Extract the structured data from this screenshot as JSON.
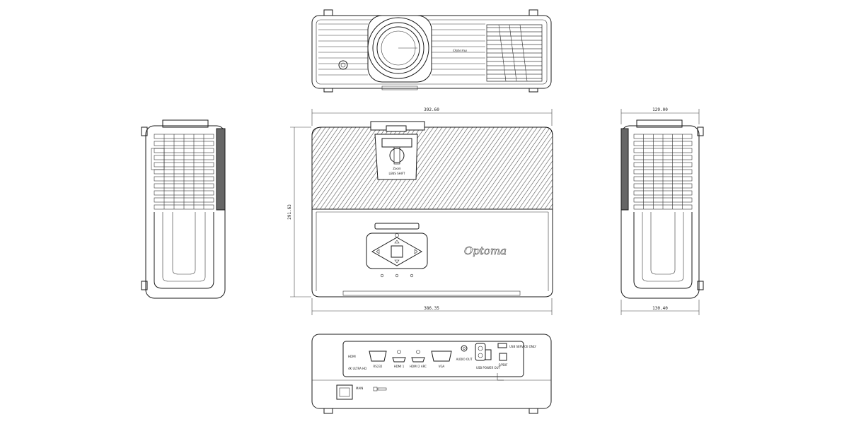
{
  "dimensions": {
    "top_width": "392.60",
    "bottom_width": "386.35",
    "height": "291.63",
    "side_top": "129.00",
    "side_bottom": "130.40"
  },
  "brand": {
    "logo_text": "Optoma",
    "front_badge": "Optoma"
  },
  "lens_panel": {
    "zoom_label": "Zoom",
    "shift_label": "LENS SHIFT"
  },
  "rear_ports": {
    "vga": "RS232",
    "hdmi1": "HDMI 1",
    "hdmi2": "HDMI 2 ARC",
    "vga_in": "VGA",
    "audio": "AUDIO OUT",
    "usb": "USB POWER OUT",
    "spdif": "S/PDIF",
    "service": "USB SERVICE ONLY",
    "uhd_logo": "4K ULTRA HD",
    "hdmi_logo": "HDMI",
    "power": "MAIN"
  },
  "colors": {
    "line": "#1a1a1a",
    "background": "#ffffff",
    "hatch": "#555555"
  },
  "icons": [
    "power-icon",
    "up-arrow-icon",
    "down-arrow-icon",
    "left-arrow-icon",
    "right-arrow-icon",
    "enter-icon",
    "menu-icon",
    "lock-icon"
  ]
}
